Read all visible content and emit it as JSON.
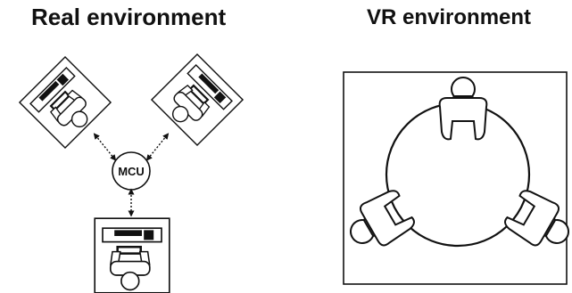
{
  "titles": {
    "real": "Real environment",
    "vr": "VR environment"
  },
  "nodes": {
    "mcu": "MCU"
  },
  "icons": [
    "workstation-user-icon",
    "vr-user-icon",
    "bidirectional-arrow-icon"
  ],
  "colors": {
    "line": "#111111",
    "fill": "#ffffff"
  }
}
